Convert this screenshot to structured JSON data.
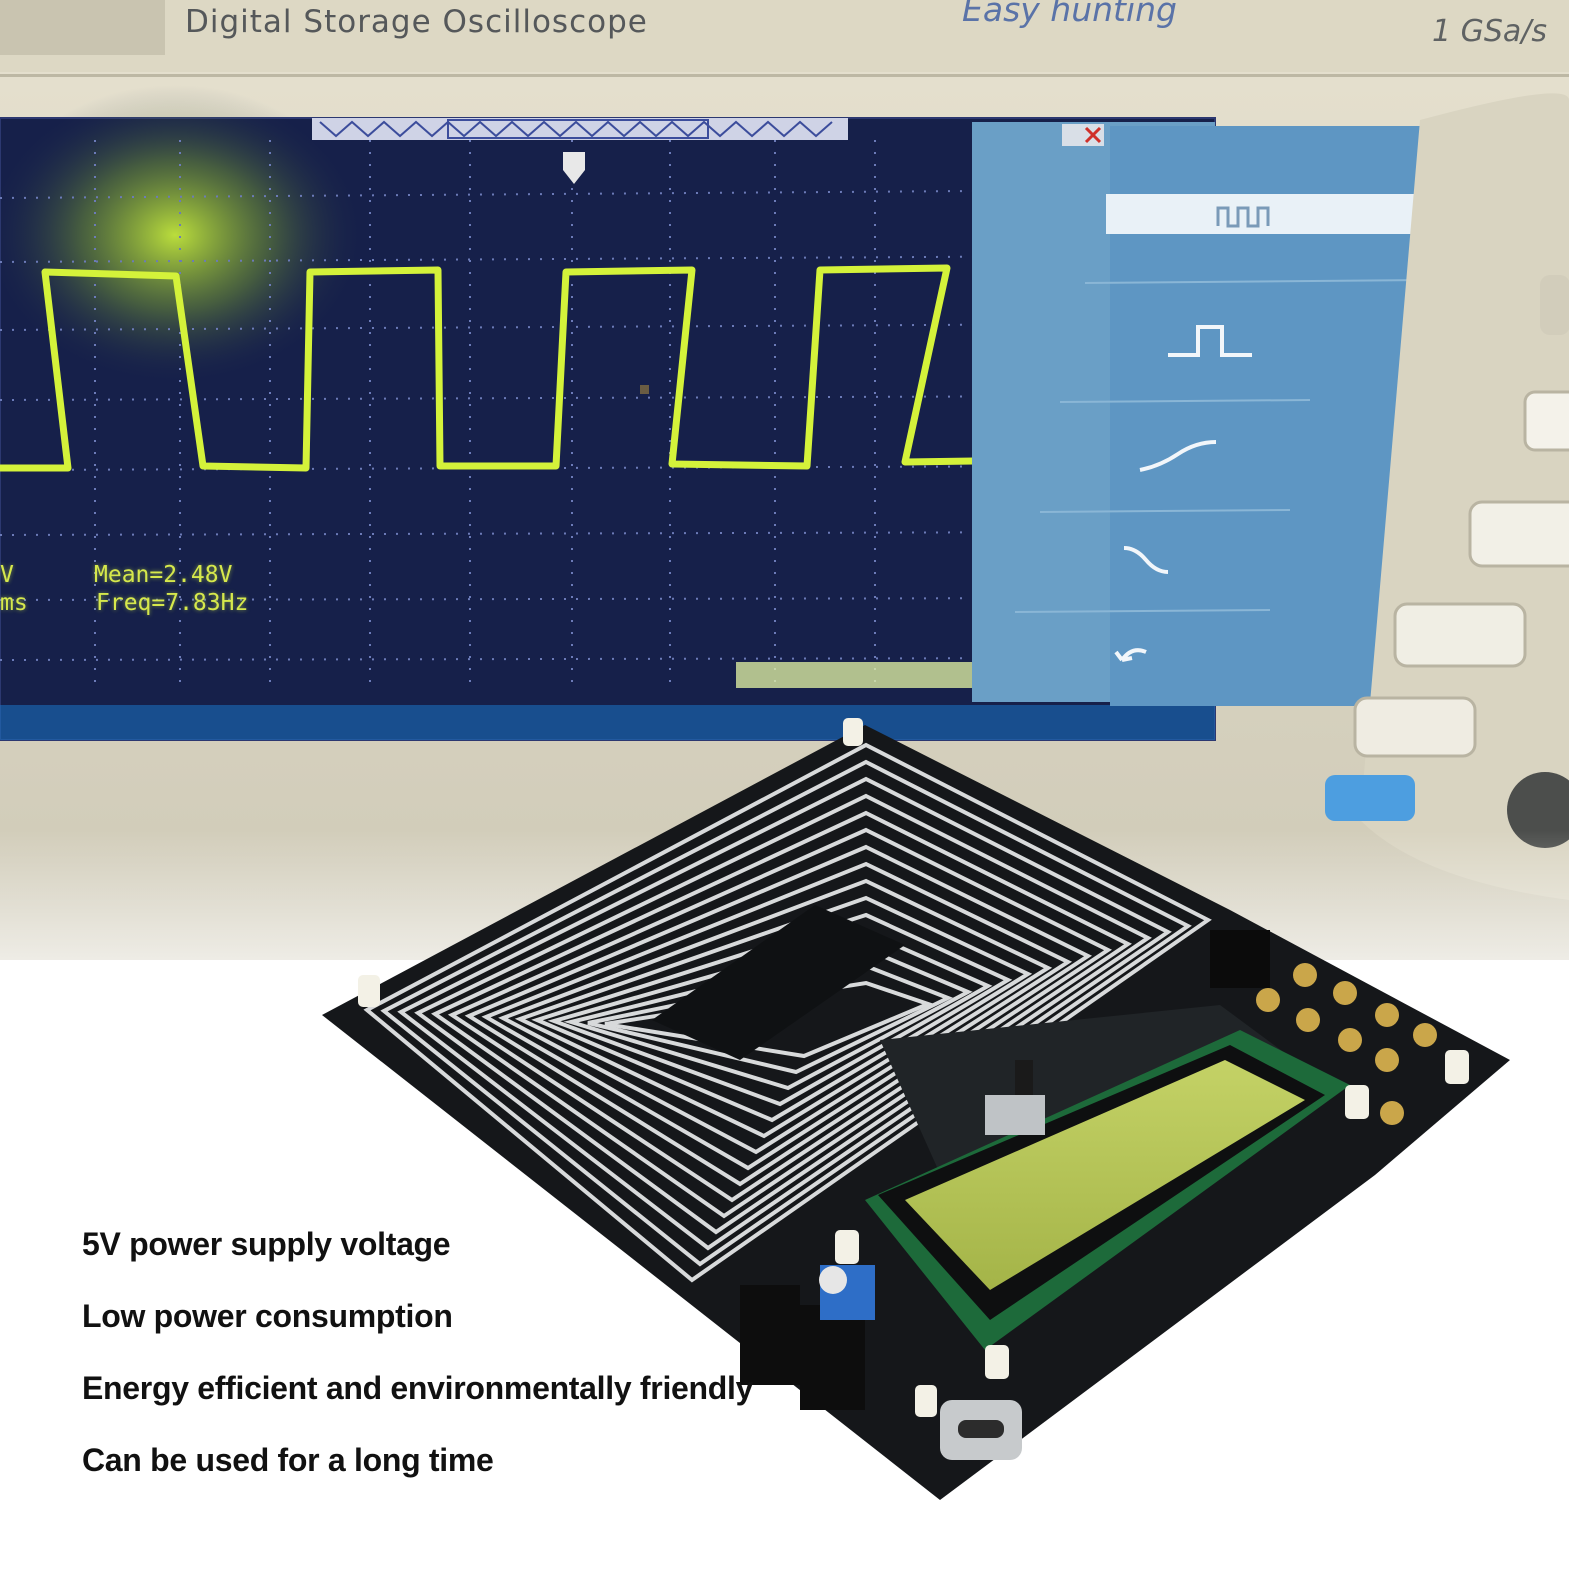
{
  "oscilloscope": {
    "brand_text": "Digital Storage Oscilloscope",
    "slogan_text": "Easy hunting",
    "spec_text": "1 GSa/s",
    "measurements": {
      "mean": "Mean=2.48V",
      "freq": "Freq=7.83Hz",
      "left_partial_1": "V",
      "left_partial_2": "ms"
    },
    "trace_color": "#d4f23a",
    "screen_color": "#16204a",
    "menu_color": "#6a9fc6"
  },
  "board": {
    "lcd_color": "#b9c85a",
    "pcb_color": "#15171a",
    "coil_color": "#d8dadb"
  },
  "features": [
    "5V power supply voltage",
    "Low power consumption",
    "Energy efficient and environmentally friendly",
    "Can be used for a long time"
  ]
}
